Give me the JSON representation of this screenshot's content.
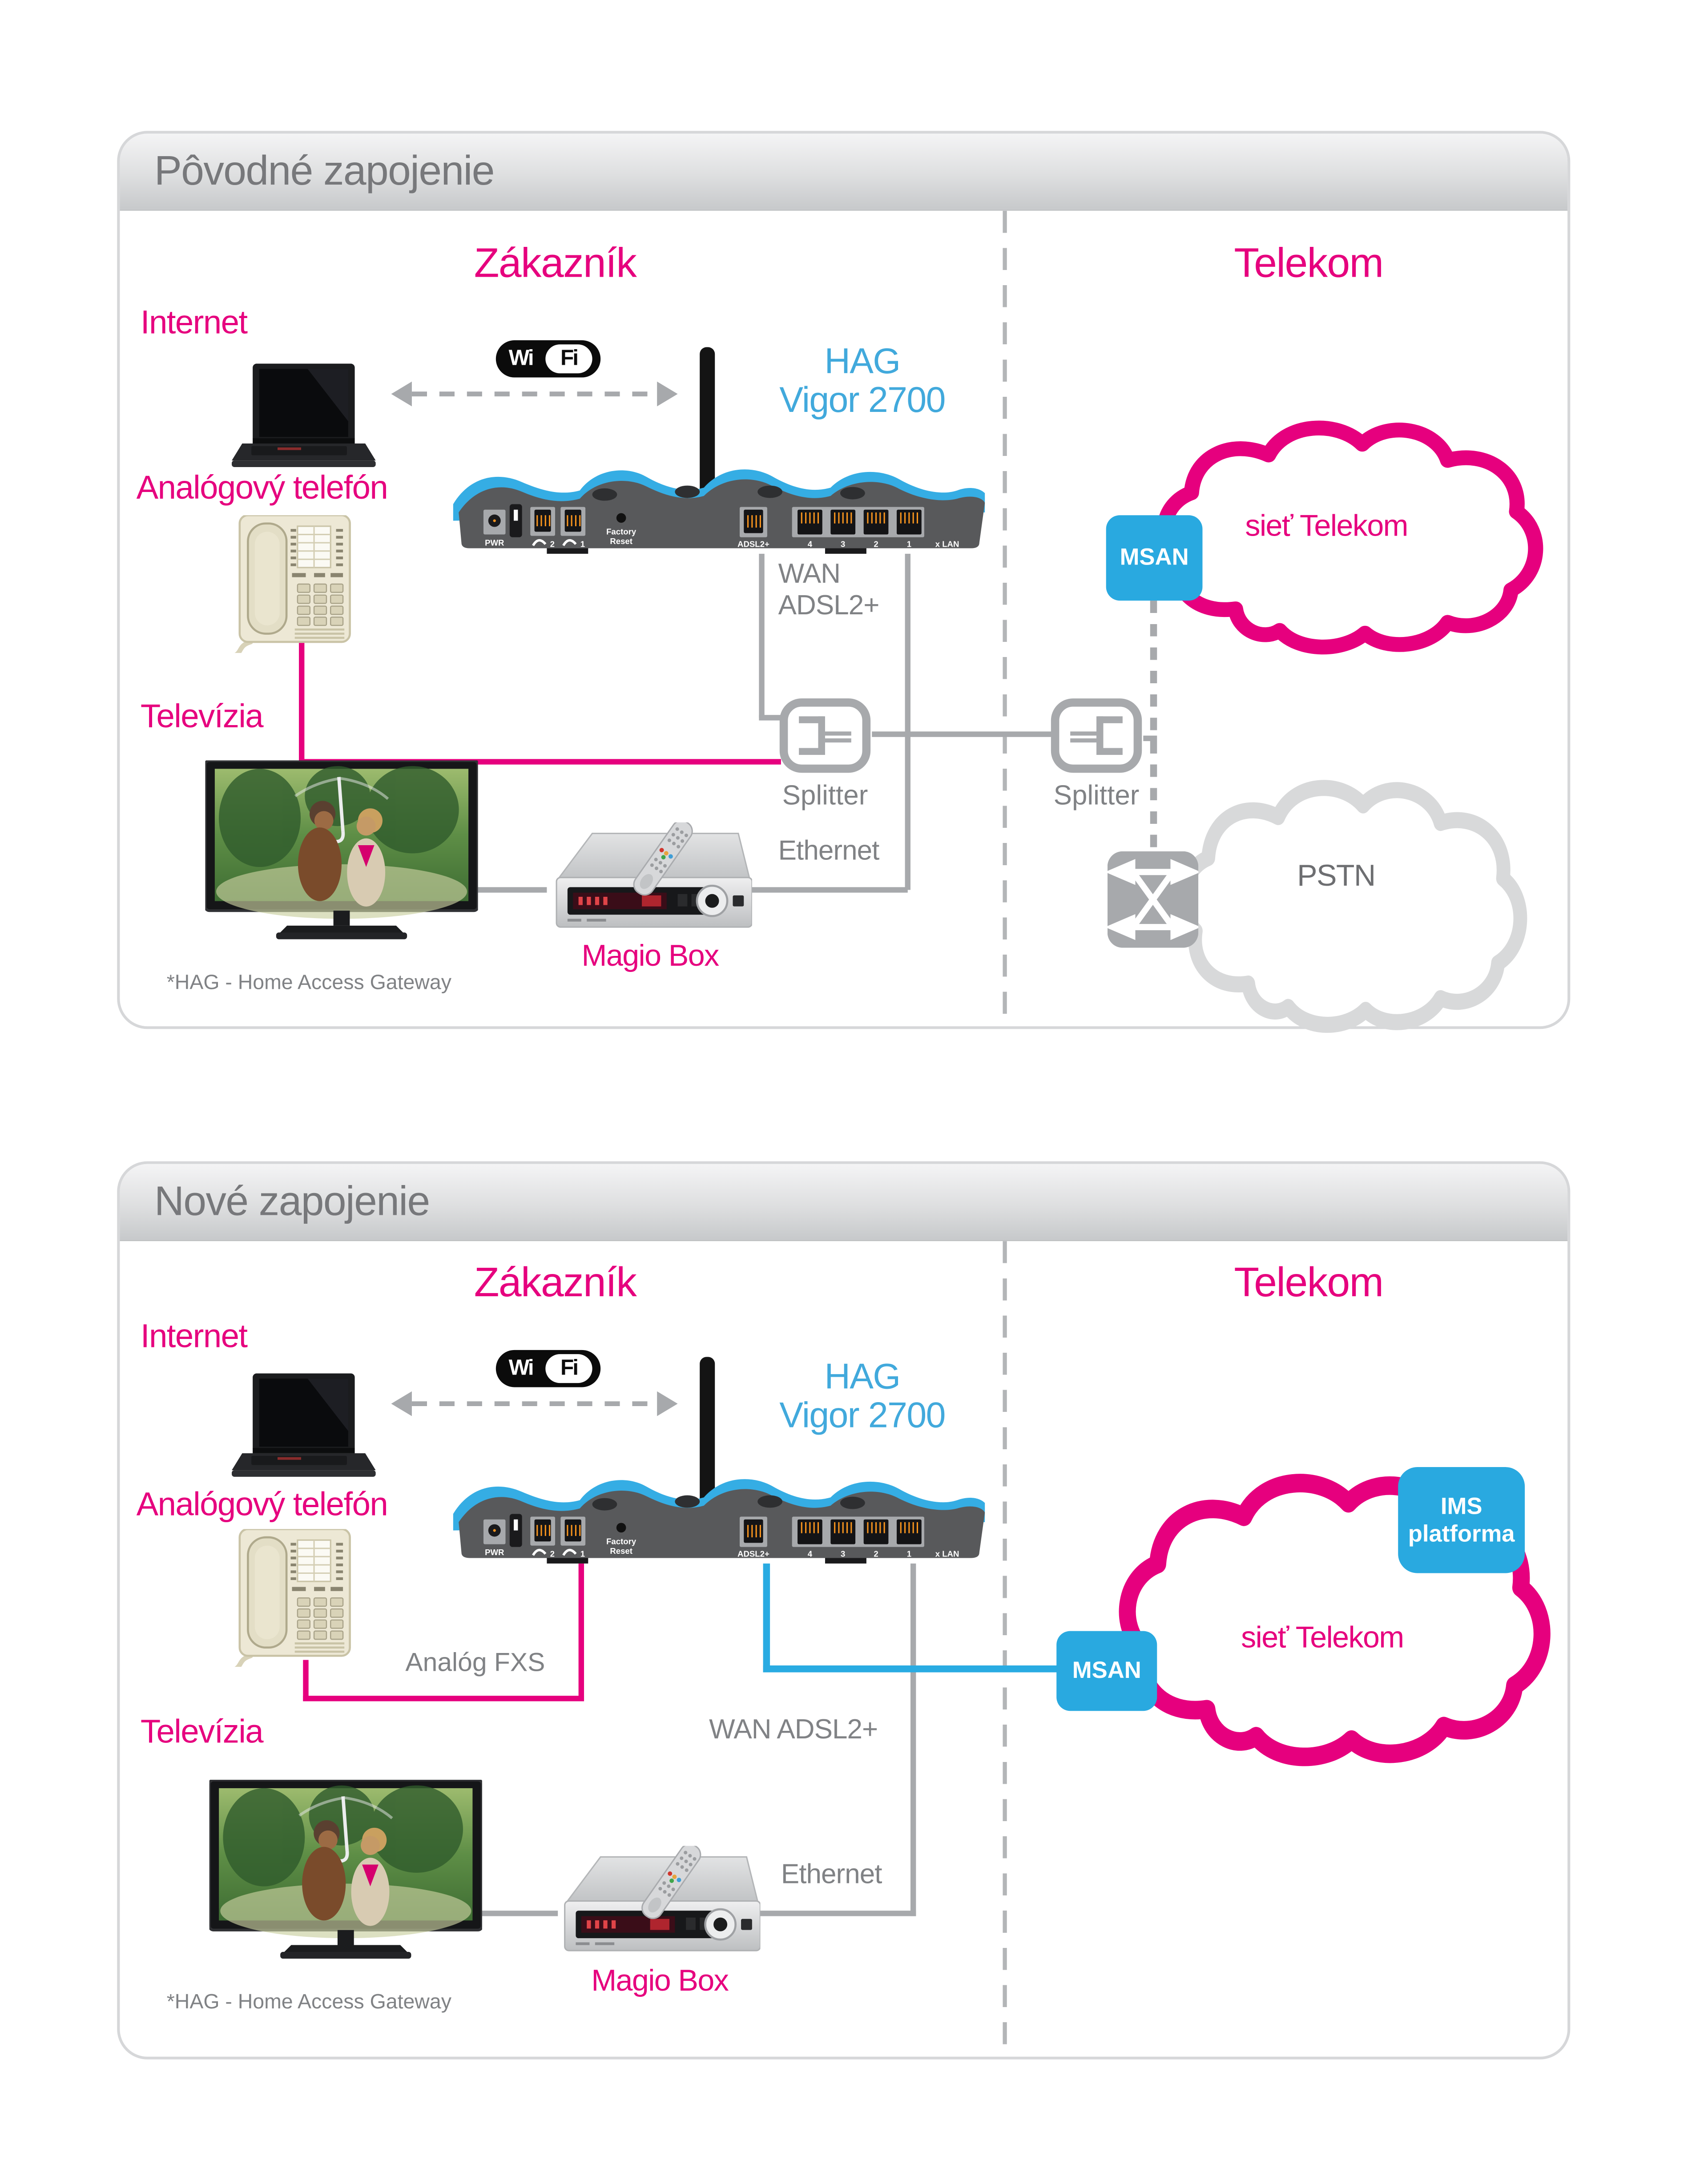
{
  "colors": {
    "magenta": "#E6007E",
    "cyan": "#29A9E0",
    "hag_blue": "#41A9DC",
    "gray_line": "#A7A9AC",
    "gray_text": "#808285",
    "header_text": "#77787B",
    "pstn_gray": "#D8D9DA"
  },
  "wifi_logo": {
    "wi": "Wi",
    "fi": "Fi"
  },
  "router_labels": {
    "pwr": "PWR",
    "factory": "Factory",
    "reset": "Reset",
    "adsl": "ADSL2+",
    "port4": "4",
    "port3": "3",
    "port2": "2",
    "port1": "1",
    "lan": "x LAN",
    "phone2": "2",
    "phone1": "1"
  },
  "panels": [
    {
      "header": "Pôvodné zapojenie",
      "customer_title": "Zákazník",
      "telekom_title": "Telekom",
      "internet": "Internet",
      "analog_phone": "Analógový telefón",
      "tv": "Televízia",
      "hag1": "HAG",
      "hag2": "Vigor 2700",
      "wan1": "WAN",
      "wan2": "ADSL2+",
      "splitter1": "Splitter",
      "splitter2": "Splitter",
      "ethernet": "Ethernet",
      "magio": "Magio Box",
      "footnote": "*HAG - Home Access Gateway",
      "msan": "MSAN",
      "cloud": "sieť Telekom",
      "pstn": "PSTN"
    },
    {
      "header": "Nové zapojenie",
      "customer_title": "Zákazník",
      "telekom_title": "Telekom",
      "internet": "Internet",
      "analog_phone": "Analógový telefón",
      "tv": "Televízia",
      "hag1": "HAG",
      "hag2": "Vigor 2700",
      "analog_fxs": "Analóg FXS",
      "wan": "WAN ADSL2+",
      "ethernet": "Ethernet",
      "magio": "Magio Box",
      "footnote": "*HAG - Home Access Gateway",
      "msan": "MSAN",
      "cloud": "sieť Telekom",
      "ims1": "IMS",
      "ims2": "platforma"
    }
  ]
}
